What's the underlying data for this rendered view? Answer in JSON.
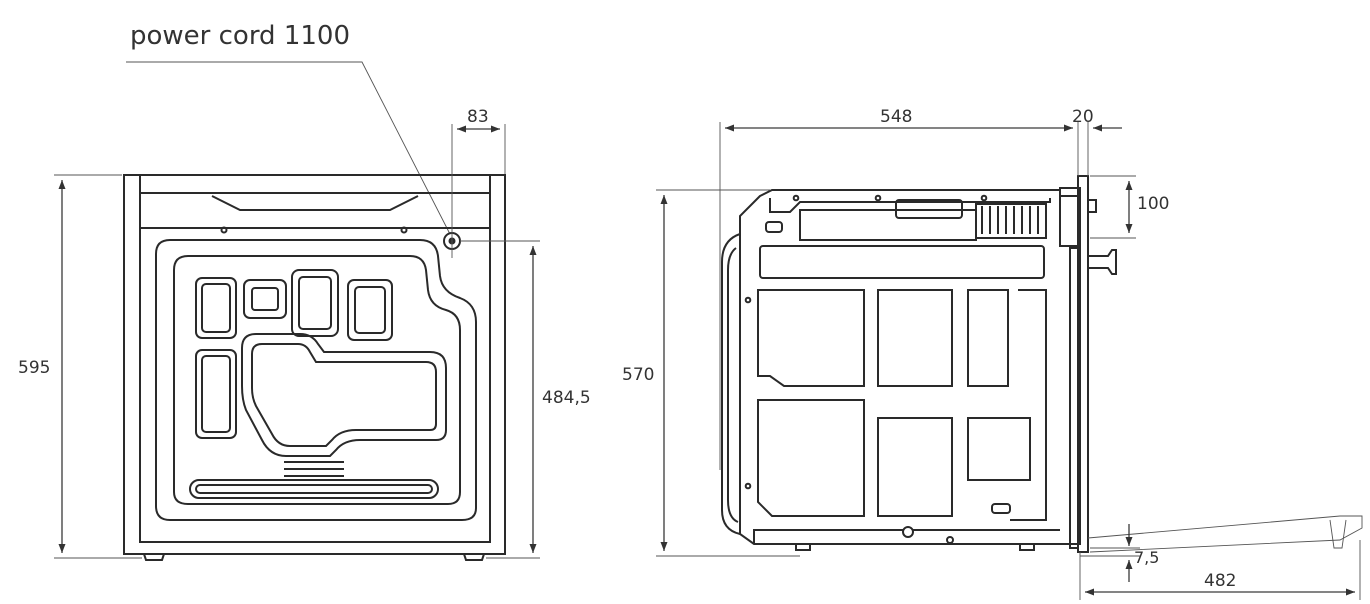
{
  "callout": {
    "power_cord": "power cord 1100"
  },
  "front_view": {
    "width_top": "83",
    "height_total": "595",
    "height_cord": "484,5"
  },
  "side_view": {
    "depth": "548",
    "panel": "20",
    "top_offset": "100",
    "height": "570",
    "door_gap": "7,5",
    "door_open": "482"
  }
}
